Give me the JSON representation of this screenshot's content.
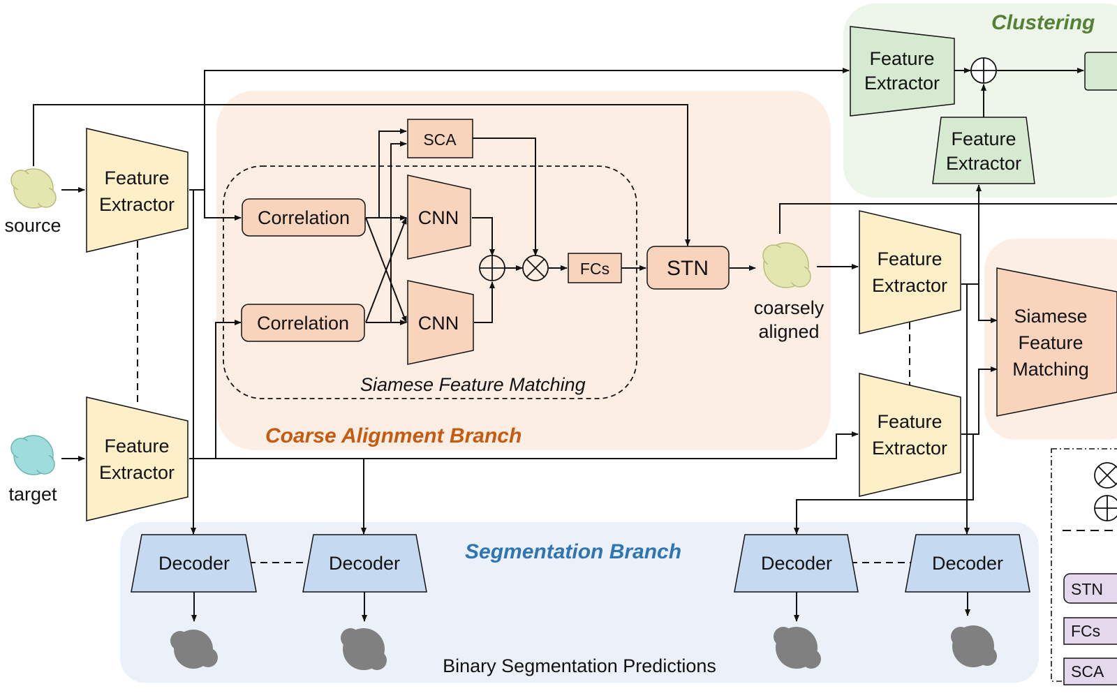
{
  "colors": {
    "coarse_bg": "#fdeee4",
    "cluster_bg": "#eef5ea",
    "seg_bg": "#ecf1f9",
    "fe_fill": "#fdf0c8",
    "fe_green": "#d5ead0",
    "orange_fill": "#f8d4bd",
    "decoder_fill": "#c5daf0",
    "legend_fill": "#e4d9ec",
    "coarse_title": "#c55a11",
    "cluster_title": "#548235",
    "seg_title": "#2e75b6",
    "source_blob": "#e4e6b0",
    "target_blob": "#9fdcdc",
    "pred_blob": "#808080"
  },
  "labels": {
    "source": "source",
    "target": "target",
    "coarsely": "coarsely",
    "aligned": "aligned",
    "feature": "Feature",
    "extractor": "Extractor",
    "correlation": "Correlation",
    "cnn": "CNN",
    "sca": "SCA",
    "fcs": "FCs",
    "stn": "STN",
    "decoder": "Decoder",
    "siamese": "Siamese",
    "matching": "Matching",
    "siamese_feature_matching": "Siamese Feature Matching",
    "coarse_branch": "Coarse Alignment Branch",
    "seg_branch": "Segmentation Branch",
    "cluster_branch": "Clustering",
    "binary_predictions": "Binary Segmentation Predictions",
    "legend_stn": "STN",
    "legend_fcs": "FCs",
    "legend_sca": "SCA"
  }
}
